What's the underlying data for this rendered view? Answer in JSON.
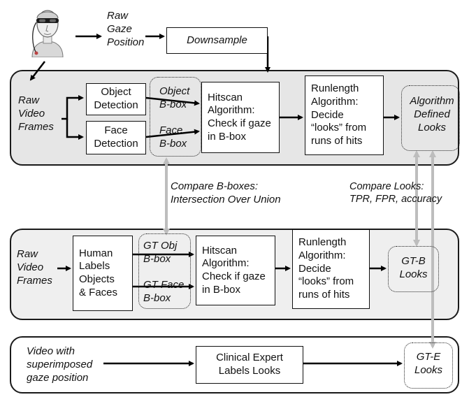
{
  "top": {
    "raw_gaze": "Raw\nGaze\nPosition",
    "downsample": "Downsample"
  },
  "panel_algorithm": {
    "raw_video": "Raw\nVideo\nFrames",
    "object_detection": "Object\nDetection",
    "face_detection": "Face\nDetection",
    "object_bbox": "Object\nB-box",
    "face_bbox": "Face\nB-box",
    "hitscan": "Hitscan\nAlgorithm:\nCheck if gaze\nin B-box",
    "runlength": "Runlength\nAlgorithm:\nDecide\n“looks” from\nruns of hits",
    "algorithm_looks": "Algorithm\nDefined\nLooks"
  },
  "comparisons": {
    "bbox_compare": "Compare B-boxes:\nIntersection Over Union",
    "looks_compare": "Compare Looks:\nTPR, FPR, accuracy"
  },
  "panel_gt_b": {
    "raw_video": "Raw\nVideo\nFrames",
    "human_labels": "Human\nLabels\nObjects\n& Faces",
    "gt_obj_bbox": "GT Obj\nB-box",
    "gt_face_bbox": "GT Face\nB-box",
    "hitscan": "Hitscan\nAlgorithm:\nCheck if gaze\nin B-box",
    "runlength": "Runlength\nAlgorithm:\nDecide\n“looks” from\nruns of hits",
    "gt_b_looks": "GT-B\nLooks"
  },
  "panel_gt_e": {
    "video_gaze": "Video with\nsuperimposed\ngaze position",
    "clinical_expert": "Clinical Expert\nLabels Looks",
    "gt_e_looks": "GT-E\nLooks"
  },
  "icons": {
    "wearer": "person-with-eye-tracker-icon"
  },
  "colors": {
    "panel_algorithm_bg": "#e6e6e6",
    "panel_gt_b_bg": "#efefef",
    "panel_gt_e_bg": "#ffffff",
    "comparison_arrow": "#bdbdbd"
  }
}
